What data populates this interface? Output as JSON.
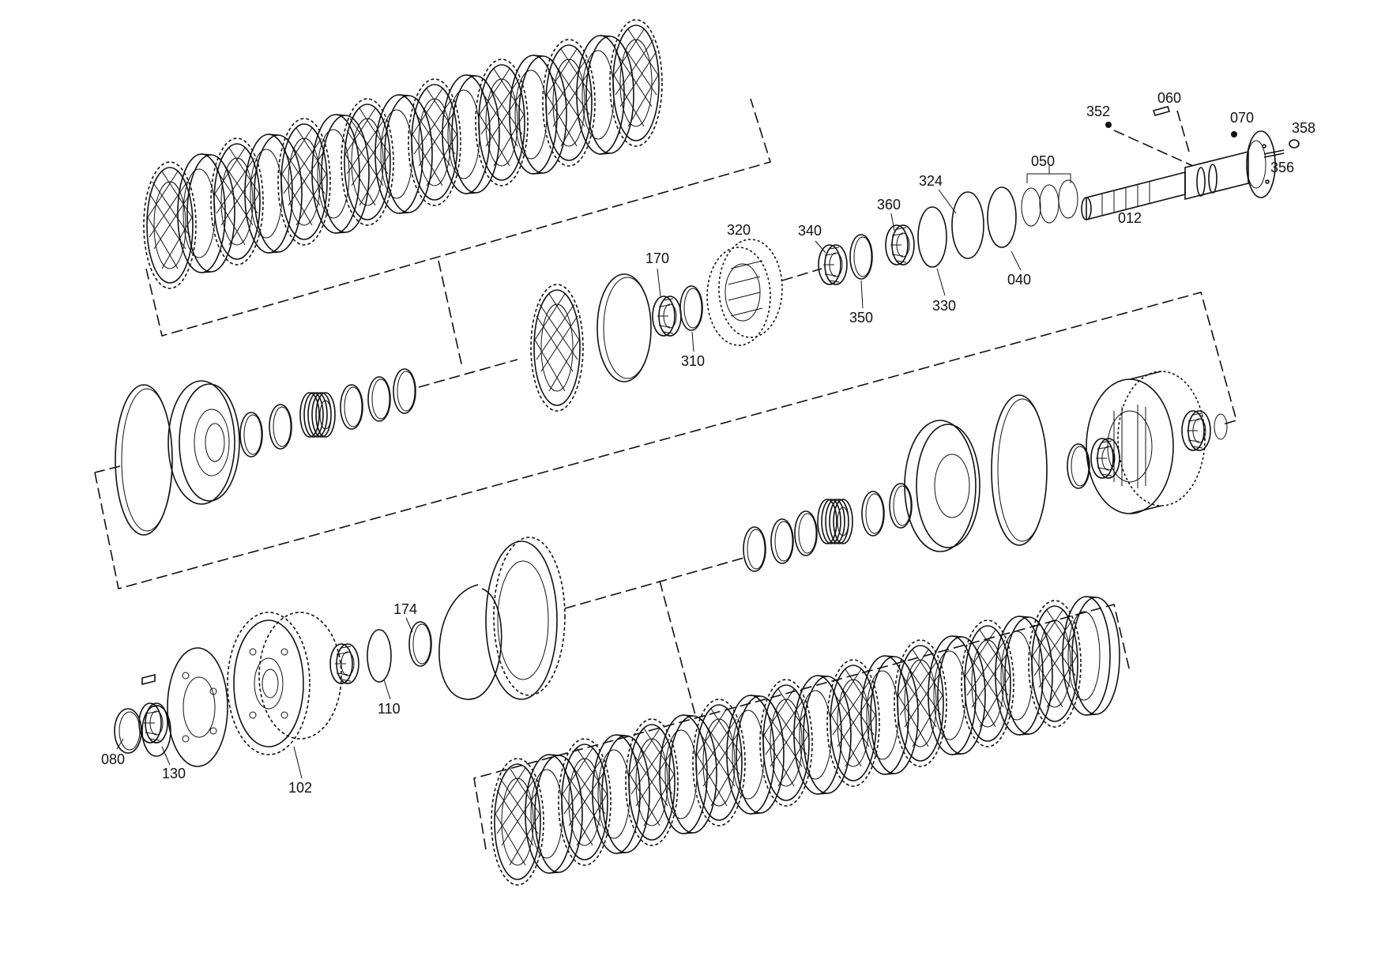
{
  "diagram": {
    "type": "exploded-parts-drawing",
    "line_color": "#111111",
    "background": "#ffffff",
    "part_numbers": [
      "012",
      "040",
      "050",
      "060",
      "070",
      "080",
      "102",
      "110",
      "130",
      "170",
      "174",
      "310",
      "320",
      "324",
      "330",
      "340",
      "350",
      "352",
      "356",
      "358",
      "360"
    ]
  }
}
